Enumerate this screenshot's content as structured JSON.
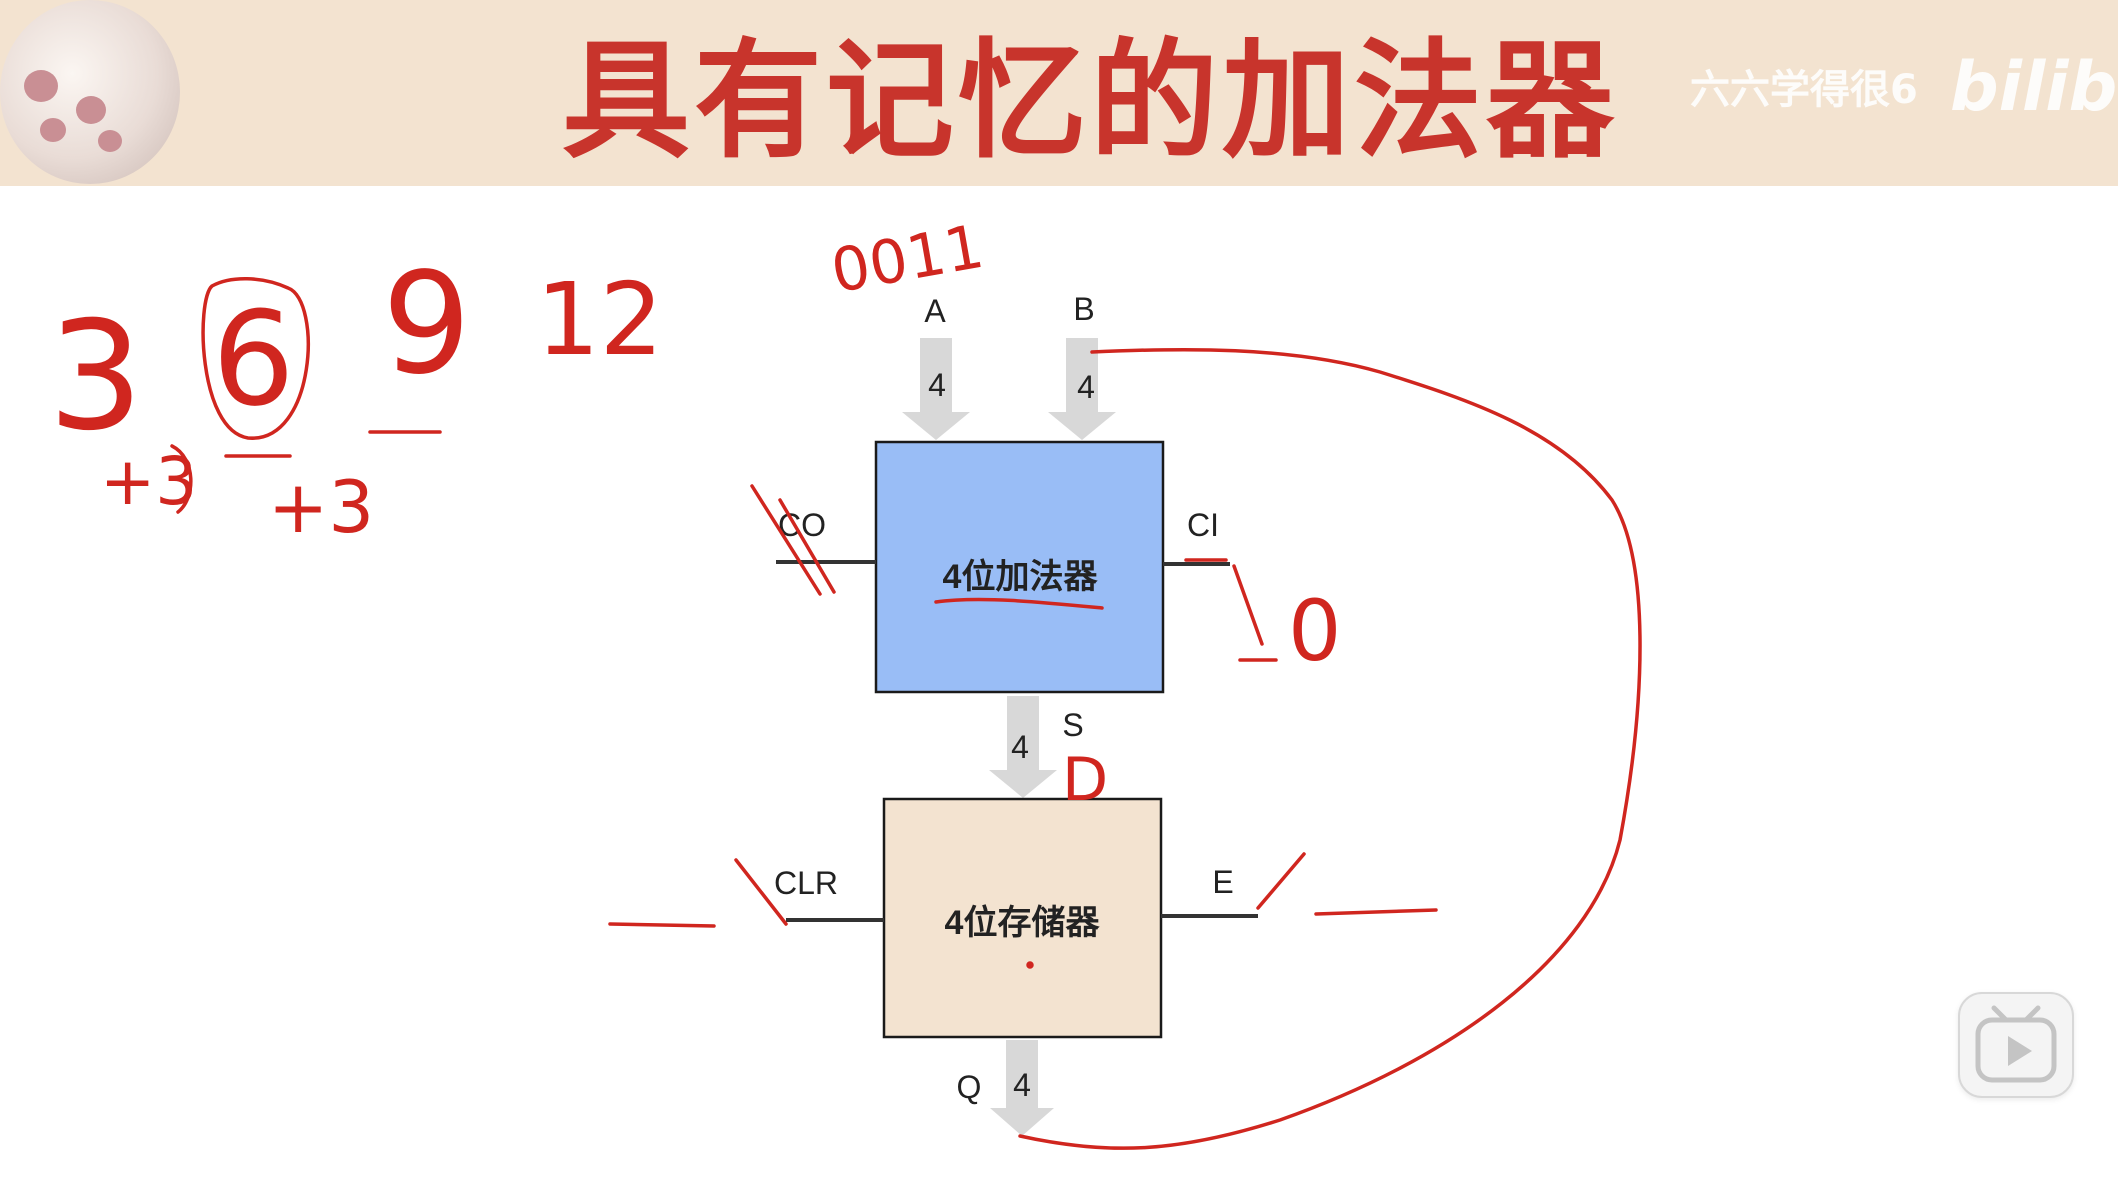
{
  "header": {
    "title": "具有记忆的加法器",
    "channel_name": "六六学得很6",
    "platform_logo": "bilibili",
    "background_color": "#f3e3d0",
    "title_color": "#c8342c"
  },
  "diagram": {
    "adder": {
      "label": "4位加法器",
      "fill_color": "#99bdf6",
      "input_a": {
        "label": "A",
        "width": "4"
      },
      "input_b": {
        "label": "B",
        "width": "4"
      },
      "carry_out": "CO",
      "carry_in": "CI",
      "sum_output": {
        "label": "S",
        "width": "4"
      }
    },
    "register": {
      "label": "4位存储器",
      "fill_color": "#f3e3d0",
      "clear": "CLR",
      "enable": "E",
      "output": {
        "label": "Q",
        "width": "4"
      }
    },
    "annotations": {
      "ink_color": "#d0261f",
      "value_3": "3",
      "value_6": "6",
      "value_9": "9",
      "value_12": "12",
      "plus_3_first": "+3",
      "plus_3_second": "+3",
      "binary_a": "0011",
      "carry_in_value": "0",
      "sum_mark": "D"
    }
  },
  "player": {
    "play_icon": "play-icon"
  }
}
